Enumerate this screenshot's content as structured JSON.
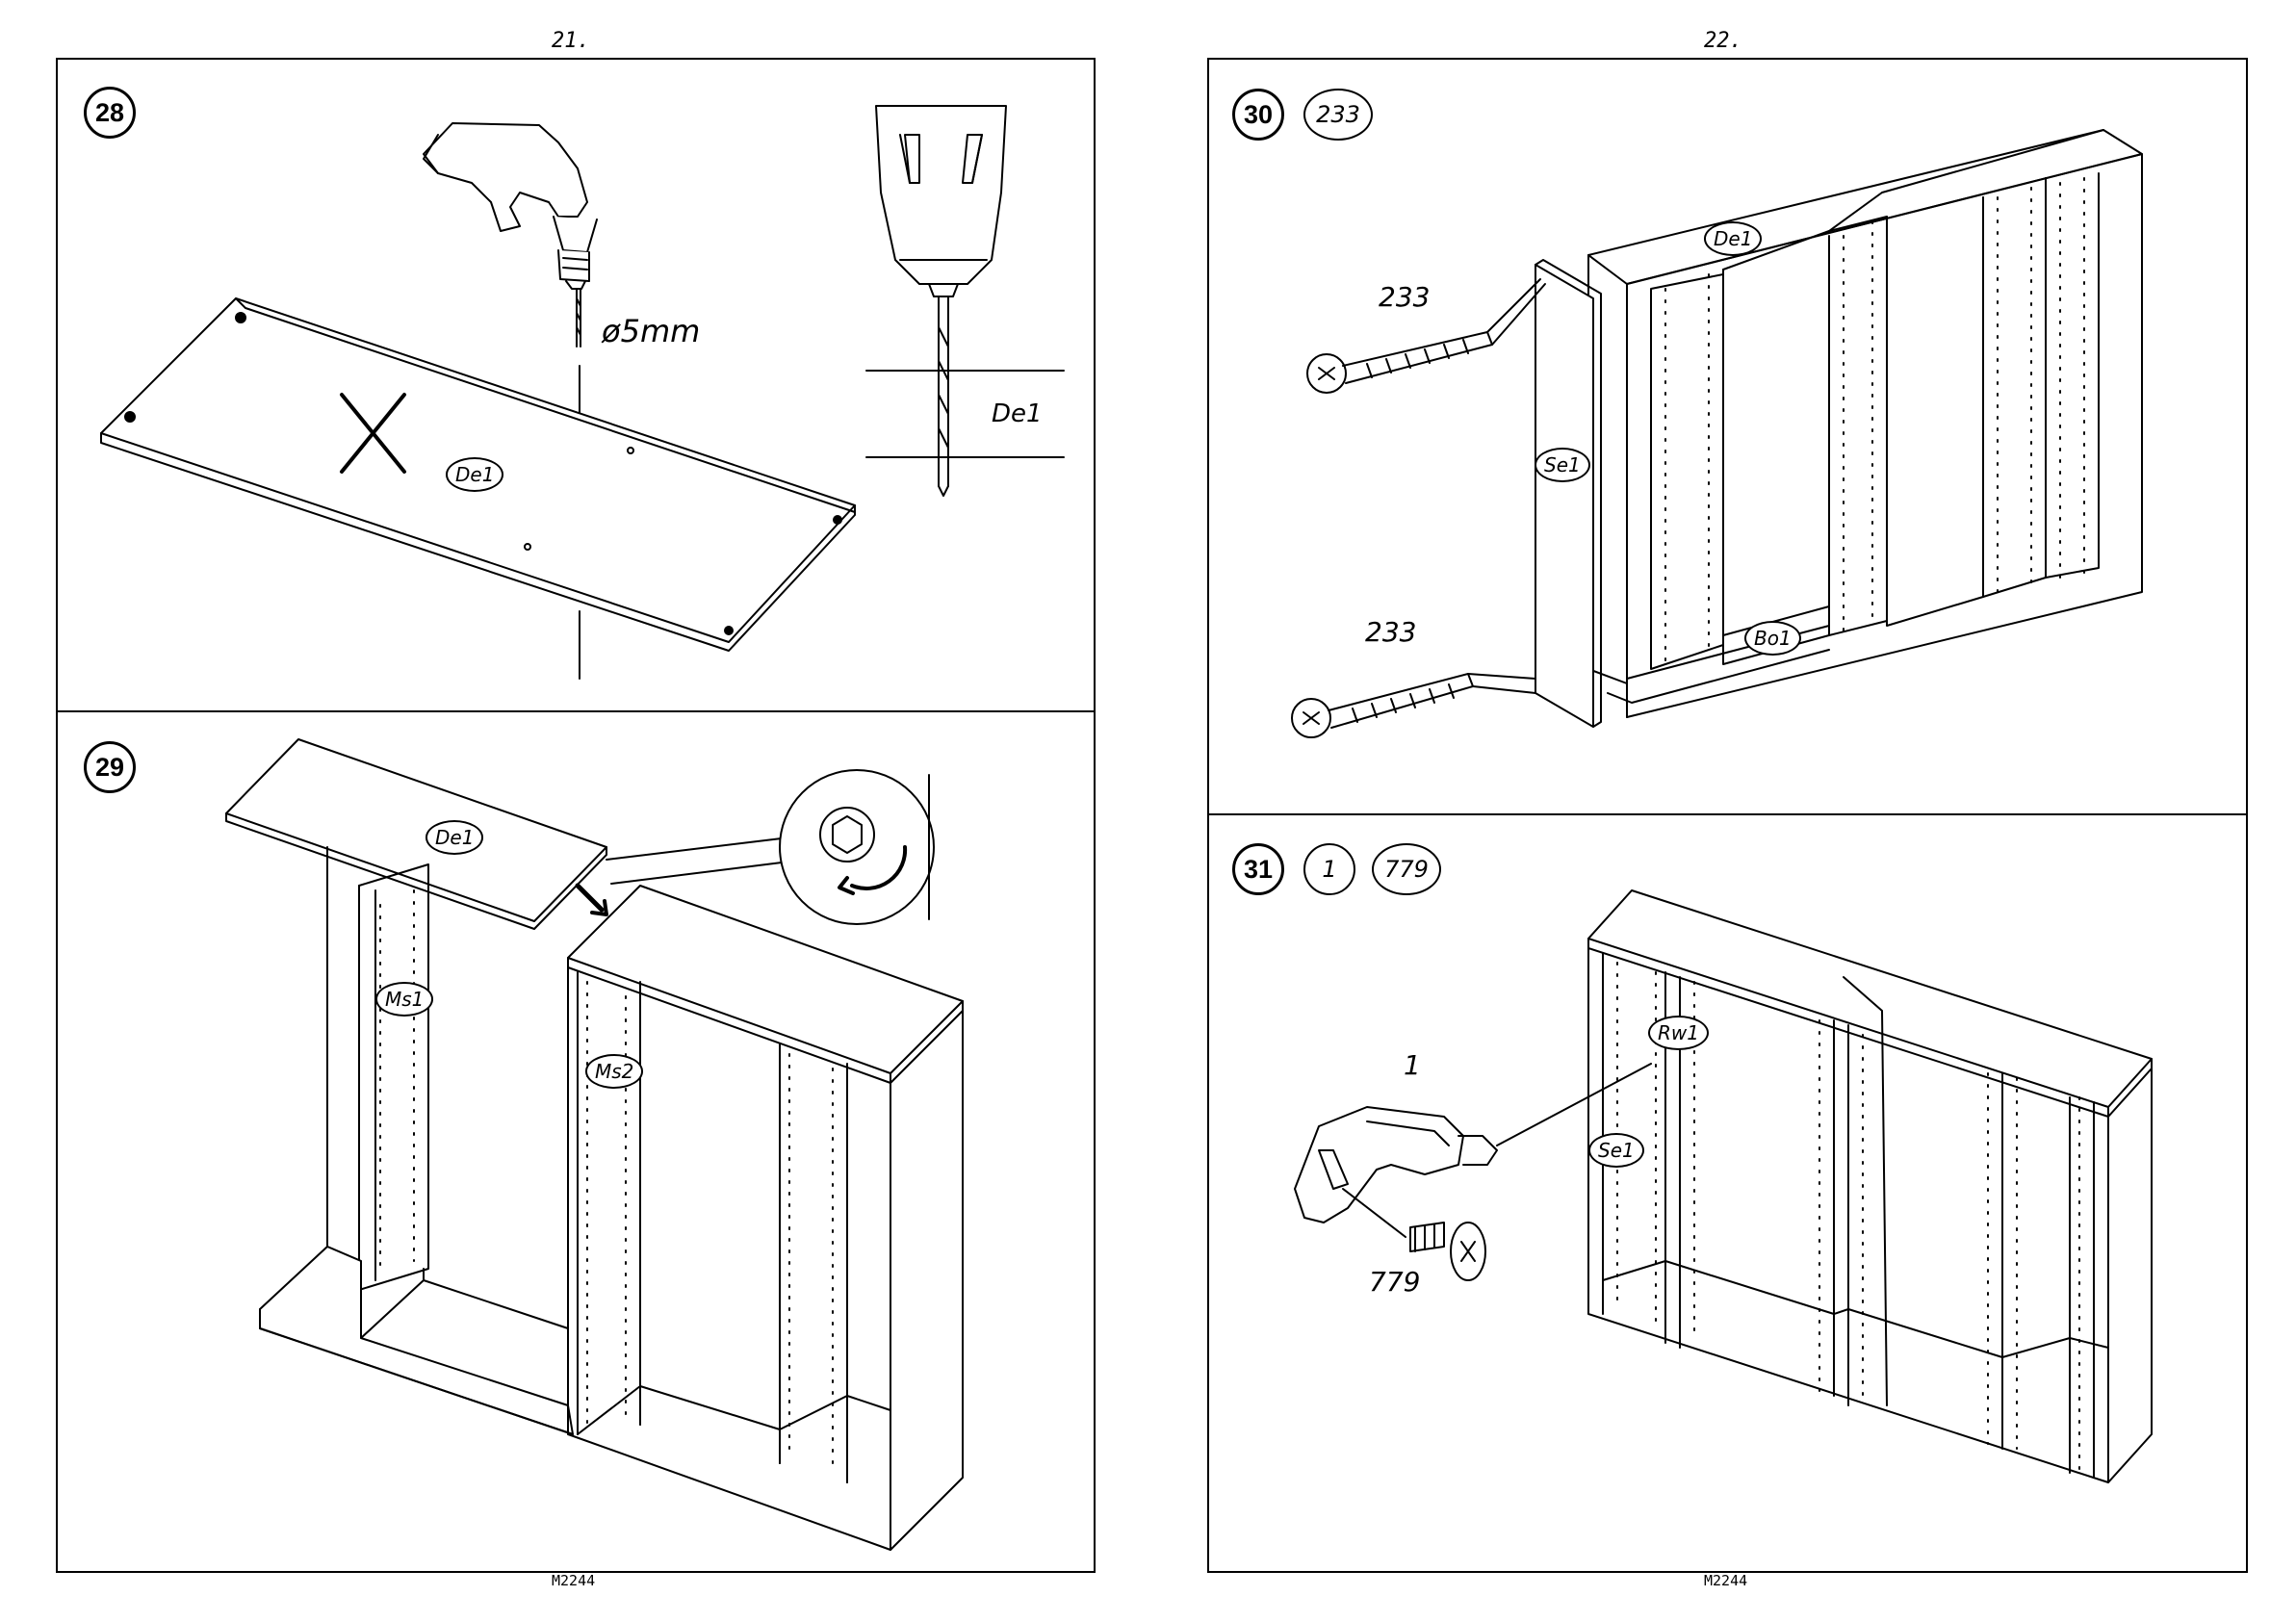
{
  "pages": {
    "left_number": "21.",
    "right_number": "22.",
    "left_footer": "M2244",
    "right_footer": "M2244"
  },
  "steps": {
    "s28": {
      "number": "28",
      "drill_label": "ø5mm",
      "panel_label": "De1",
      "detail_label": "De1"
    },
    "s29": {
      "number": "29",
      "top_label": "De1",
      "ms1_label": "Ms1",
      "ms2_label": "Ms2"
    },
    "s30": {
      "number": "30",
      "part": "233",
      "screw_top_label": "233",
      "screw_bottom_label": "233",
      "de1_label": "De1",
      "se1_label": "Se1",
      "bo1_label": "Bo1"
    },
    "s31": {
      "number": "31",
      "part_a": "1",
      "part_b": "779",
      "clip_label": "1",
      "screw_label": "779",
      "rw1_label": "Rw1",
      "se1_label": "Se1"
    }
  },
  "icons": [
    "drill-icon",
    "cross-mark-icon",
    "screw-icon",
    "rotate-arrow-icon",
    "clip-icon"
  ]
}
